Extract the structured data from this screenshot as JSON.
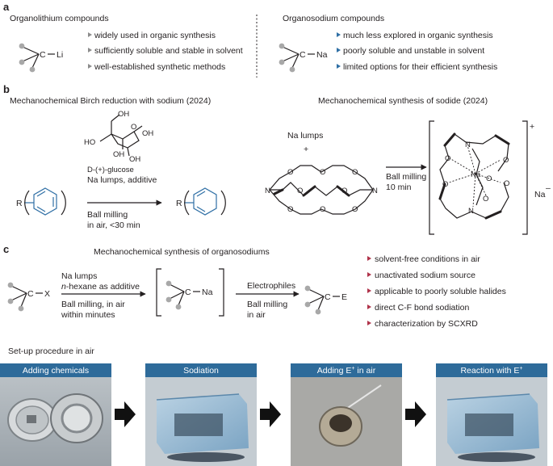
{
  "panels": {
    "a": "a",
    "b": "b",
    "c": "c"
  },
  "section_a": {
    "left_title": "Organolithium compounds",
    "left_atom": "C",
    "left_metal": "Li",
    "left_points": [
      "widely used in organic synthesis",
      "sufficiently soluble and stable in solvent",
      "well-established synthetic methods"
    ],
    "right_title": "Organosodium compounds",
    "right_atom": "C",
    "right_metal": "Na",
    "right_points": [
      "much less explored in organic synthesis",
      "poorly soluble and unstable in solvent",
      "limited options for their efficient synthesis"
    ]
  },
  "section_b": {
    "left_title": "Mechanochemical Birch reduction with sodium (2024)",
    "glucose_oh": [
      "OH",
      "OH",
      "OH",
      "OH",
      "HO",
      "O"
    ],
    "glucose_label": "D-(+)-glucose",
    "reagents_above": "Na lumps, additive",
    "cond_line1": "Ball milling",
    "cond_line2": "in air, <30 min",
    "r_label": "R",
    "right_title": "Mechanochemical synthesis of sodide (2024)",
    "na_lumps": "Na lumps",
    "plus": "+",
    "right_cond1": "Ball milling",
    "right_cond2": "10 min",
    "crown_N": "N",
    "crown_O": "O",
    "na_plus": "Na",
    "charge_plus": "+",
    "na_minus": "Na",
    "charge_minus": "–"
  },
  "section_c": {
    "title": "Mechanochemical synthesis of organosodiums",
    "reagent1": "Na lumps",
    "reagent2_italic": "n",
    "reagent2_rest": "-hexane as additive",
    "cond1": "Ball milling, in air",
    "cond2": "within minutes",
    "x_label": "X",
    "mid_na": "Na",
    "electrophiles": "Electrophiles",
    "cond3": "Ball milling",
    "cond4": "in air",
    "e_label": "E",
    "atom": "C",
    "bullets": [
      "solvent-free conditions in air",
      "unactivated sodium source",
      "applicable to poorly soluble halides",
      "direct C-F bond sodiation",
      "characterization by SCXRD"
    ]
  },
  "setup": {
    "title": "Set-up procedure in air",
    "steps": [
      {
        "label": "Adding chemicals"
      },
      {
        "label": "Sodiation"
      },
      {
        "label_main": "Adding E",
        "label_sup": "+",
        "label_tail": " in air"
      },
      {
        "label_main": "Reaction with E",
        "label_sup": "+"
      }
    ]
  },
  "colors": {
    "accent_blue": "#2f6fa5",
    "header_blue": "#2e6b9a",
    "marker_red": "#b0334a",
    "marker_gray": "#8c8c8c"
  }
}
